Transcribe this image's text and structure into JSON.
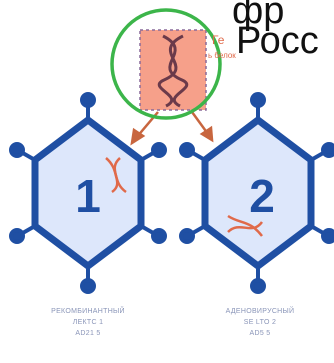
{
  "heading": {
    "line1": "фр",
    "line2": "Росс"
  },
  "tags": {
    "line1": "Ге",
    "line2": "ь белок"
  },
  "viruses": [
    {
      "number": "1",
      "caption": [
        "РЕКОМБИНАНТНЫЙ",
        "ЛЕКТС 1",
        "AD21 5"
      ]
    },
    {
      "number": "2",
      "caption": [
        "АДЕНОВИРУСНЫЙ",
        "SE LTO 2",
        "AD5 5"
      ]
    }
  ],
  "colors": {
    "hex_fill": "#dde7fb",
    "hex_stroke": "#1f4fa3",
    "spike": "#1f4fa3",
    "dna": "#e06a4a",
    "gene_box": "#f6a08a",
    "highlight_circle": "#3cb54a",
    "arrow": "#c8663f"
  }
}
